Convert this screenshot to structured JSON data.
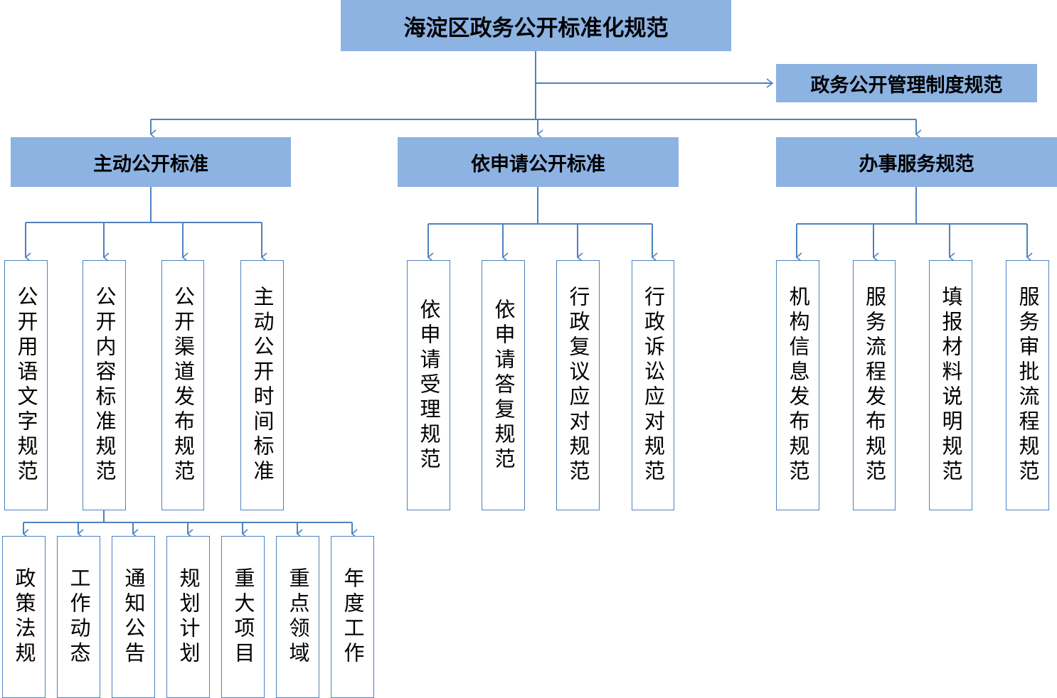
{
  "title": "海淀区政务公开标准化规范",
  "side_box": "政务公开管理制度规范",
  "categories": [
    {
      "label": "主动公开标准",
      "items": [
        "公开用语文字规范",
        "公开内容标准规范",
        "公开渠道发布规范",
        "主动公开时间标准"
      ]
    },
    {
      "label": "依申请公开标准",
      "items": [
        "依申请受理规范",
        "依申请答复规范",
        "行政复议应对规范",
        "行政诉讼应对规范"
      ]
    },
    {
      "label": "办事服务规范",
      "items": [
        "机构信息发布规范",
        "服务流程发布规范",
        "填报材料说明规范",
        "服务审批流程规范"
      ]
    }
  ],
  "content_sub_items": [
    "政策法规",
    "工作动态",
    "通知公告",
    "规划计划",
    "重大项目",
    "重点领域",
    "年度工作"
  ],
  "colors": {
    "box_fill": "#8db3e2",
    "line": "#4f81bd",
    "border": "#4f81bd"
  }
}
